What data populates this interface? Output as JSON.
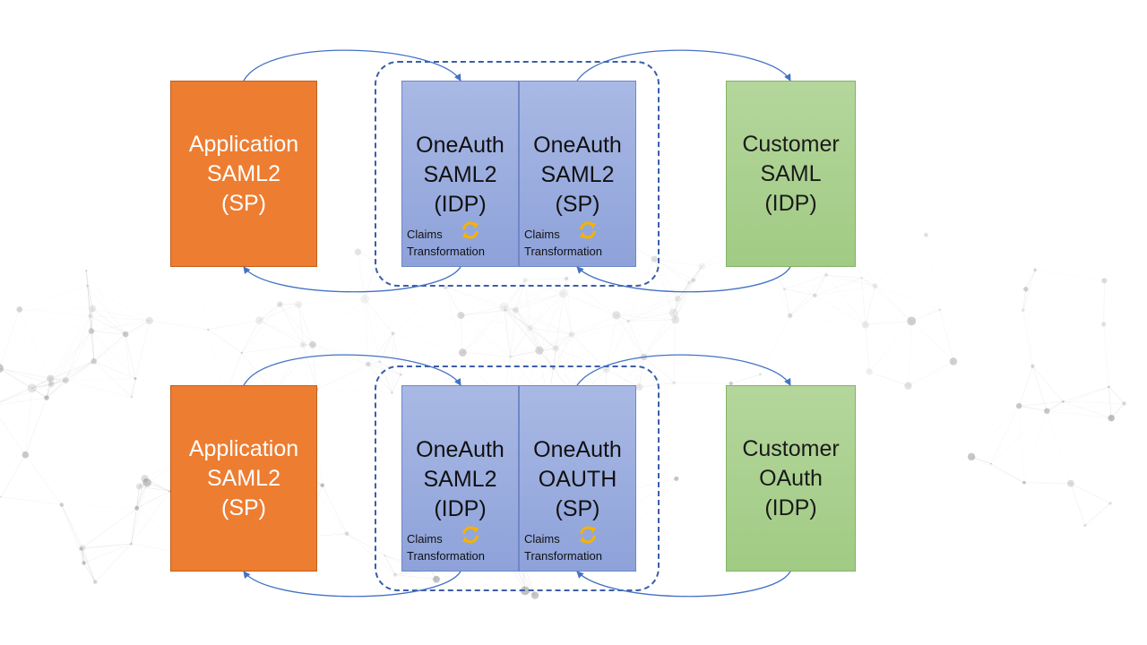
{
  "colors": {
    "application_fill": "#ed7d31",
    "oneauth_fill": "#9badde",
    "customer_fill": "#a9cf8d",
    "arrow": "#4472c4",
    "dashed_group": "#3b5ea8",
    "sync_icon": "#f5b300"
  },
  "rows": [
    {
      "application": {
        "lines": [
          "Application",
          "SAML2",
          "(SP)"
        ]
      },
      "oneauth_idp": {
        "lines": [
          "OneAuth",
          "SAML2",
          "(IDP)"
        ],
        "claims": [
          "Claims",
          "Transformation"
        ],
        "icon": "sync-icon"
      },
      "oneauth_sp": {
        "lines": [
          "OneAuth",
          "SAML2",
          "(SP)"
        ],
        "claims": [
          "Claims",
          "Transformation"
        ],
        "icon": "sync-icon"
      },
      "customer": {
        "lines": [
          "Customer",
          "SAML",
          "(IDP)"
        ]
      }
    },
    {
      "application": {
        "lines": [
          "Application",
          "SAML2",
          "(SP)"
        ]
      },
      "oneauth_idp": {
        "lines": [
          "OneAuth",
          "SAML2",
          "(IDP)"
        ],
        "claims": [
          "Claims",
          "Transformation"
        ],
        "icon": "sync-icon"
      },
      "oneauth_sp": {
        "lines": [
          "OneAuth",
          "OAUTH",
          "(SP)"
        ],
        "claims": [
          "Claims",
          "Transformation"
        ],
        "icon": "sync-icon"
      },
      "customer": {
        "lines": [
          "Customer",
          "OAuth",
          "(IDP)"
        ]
      }
    }
  ]
}
